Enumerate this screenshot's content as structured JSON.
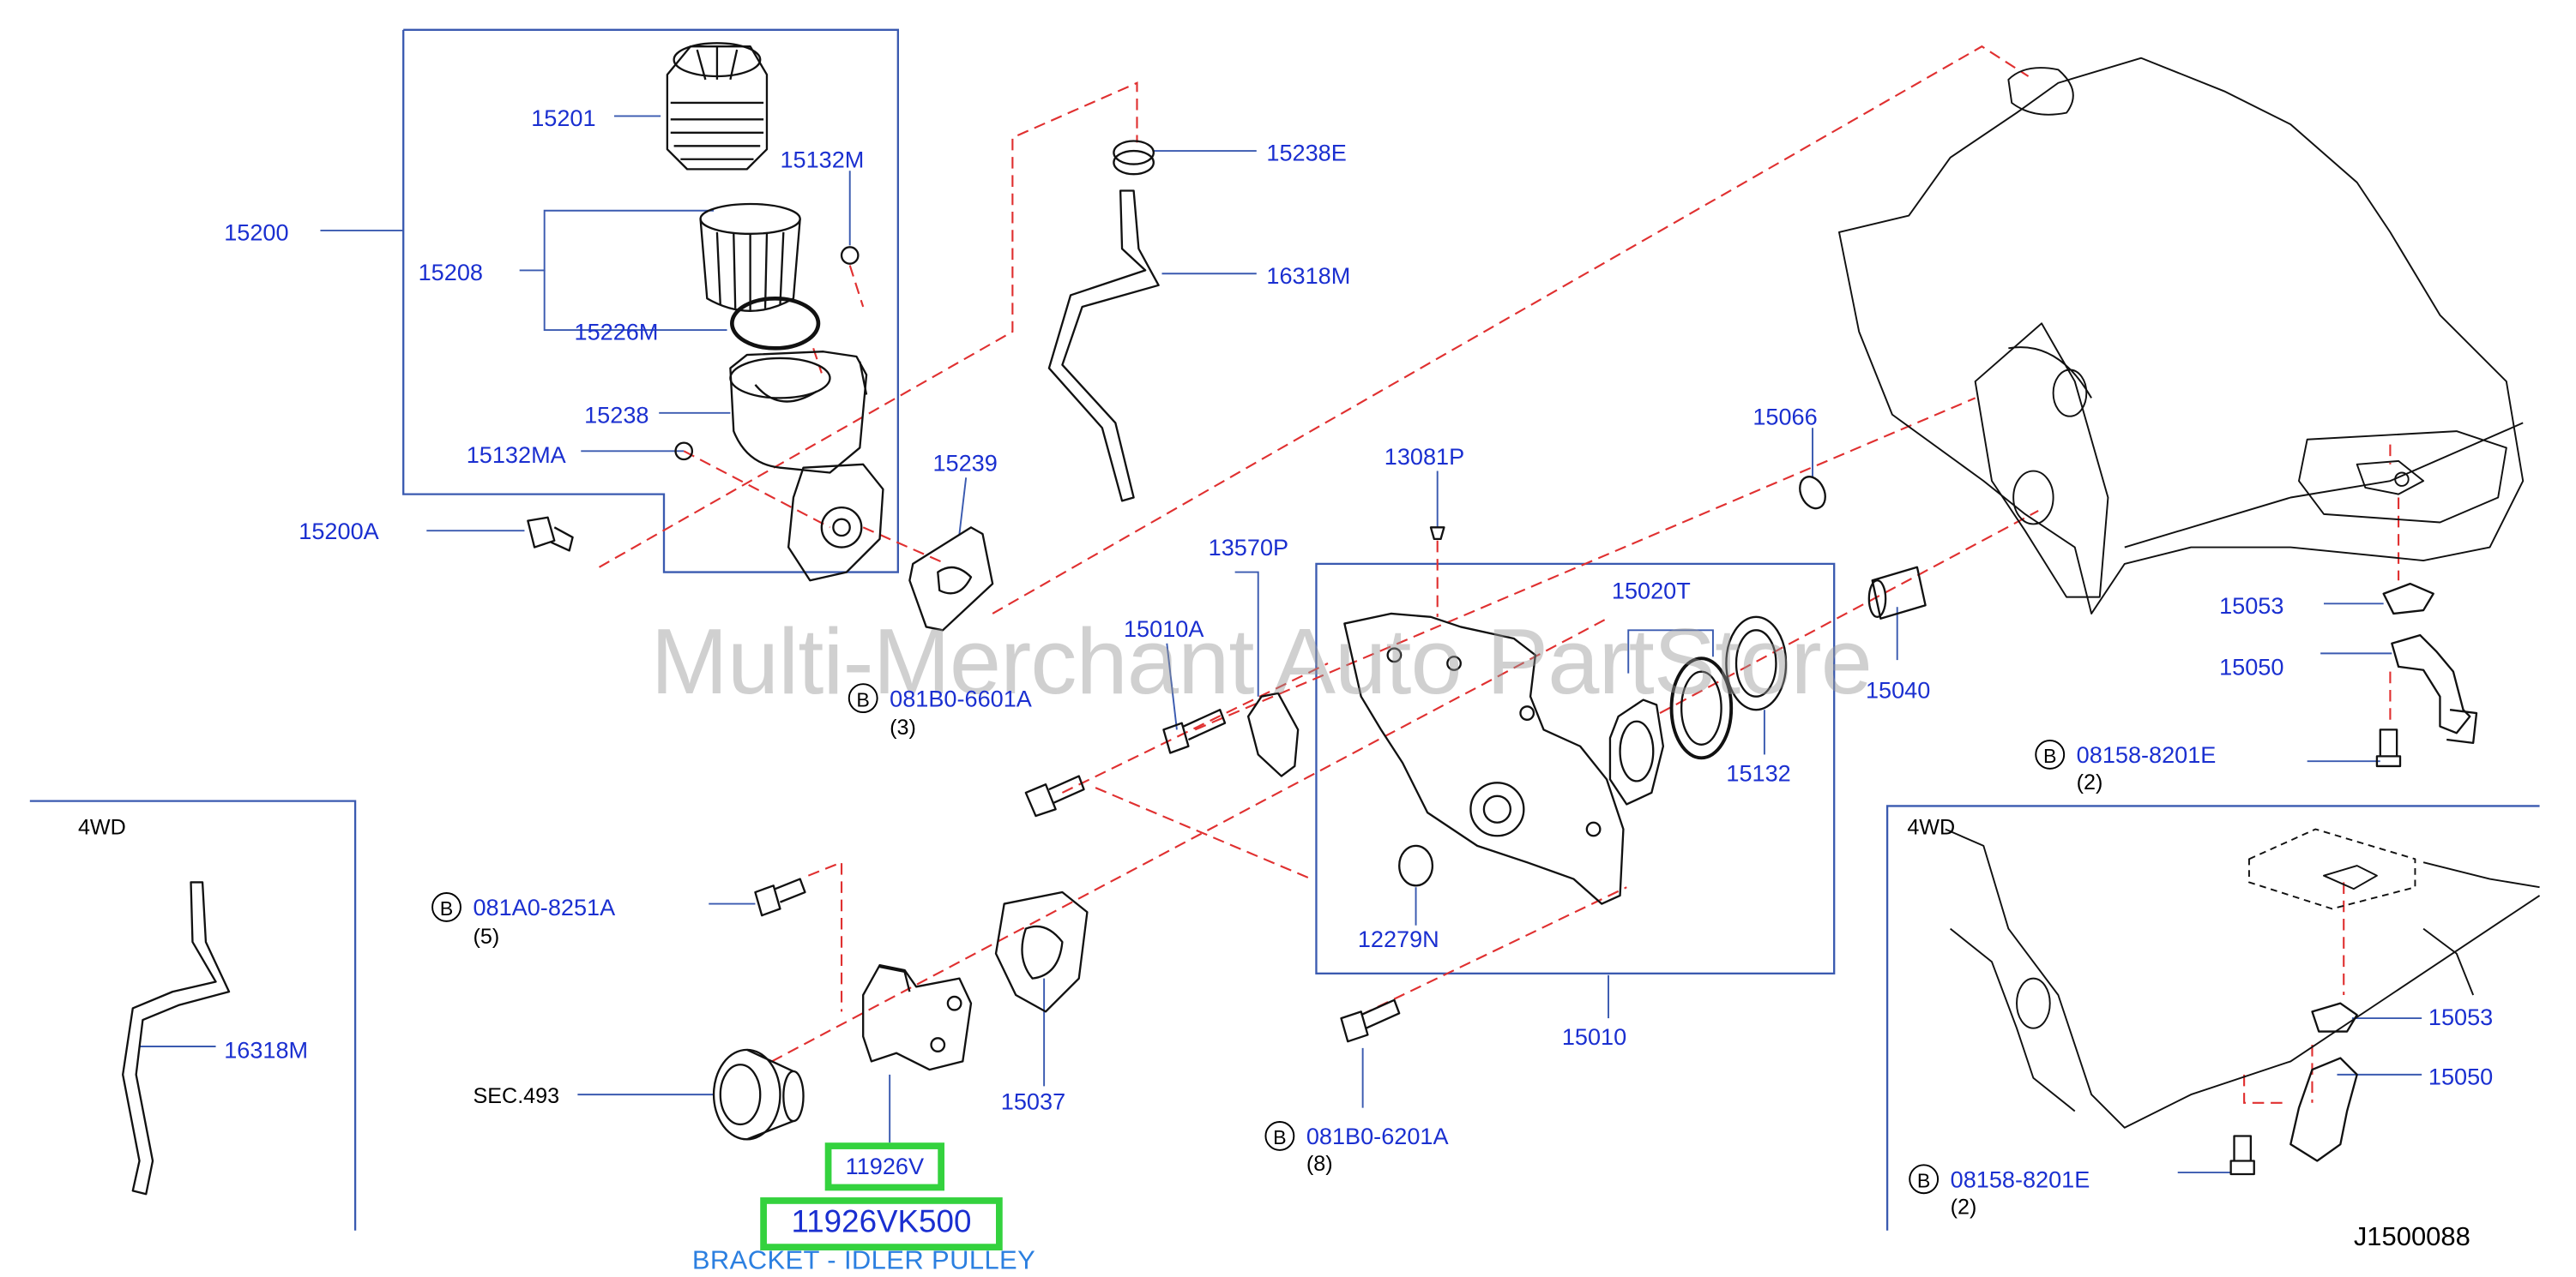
{
  "watermark": "Multi-Merchant Auto PartStore",
  "diagram_code": "J1500088",
  "highlight": {
    "part_short": "11926V",
    "part_full": "11926VK500",
    "description": "BRACKET - IDLER PULLEY"
  },
  "labels": {
    "p15201": "15201",
    "p15132M": "15132M",
    "p15200": "15200",
    "p15208": "15208",
    "p15226M": "15226M",
    "p15238": "15238",
    "p15132MA": "15132MA",
    "p15200A": "15200A",
    "p15239": "15239",
    "p15238E": "15238E",
    "p16318M": "16318M",
    "p13081P": "13081P",
    "p15066": "15066",
    "p13570P": "13570P",
    "p15010A": "15010A",
    "p15020T": "15020T",
    "p15040": "15040",
    "p15132": "15132",
    "p15053": "15053",
    "p15050": "15050",
    "p12279N": "12279N",
    "p15010": "15010",
    "p15037": "15037",
    "p16318M_4wd": "16318M",
    "p15053_4wd": "15053",
    "p15050_4wd": "15050"
  },
  "bolts": {
    "b1": {
      "code": "081B0-6601A",
      "qty": "(3)"
    },
    "b2": {
      "code": "081A0-8251A",
      "qty": "(5)"
    },
    "b3": {
      "code": "081B0-6201A",
      "qty": "(8)"
    },
    "b4": {
      "code": "08158-8201E",
      "qty": "(2)"
    },
    "b5": {
      "code": "08158-8201E",
      "qty": "(2)"
    },
    "circle_letter": "B"
  },
  "sections": {
    "sec493": "SEC.493",
    "fwd_left": "4WD",
    "fwd_right": "4WD"
  },
  "colors": {
    "label_blue": "#1a2fd0",
    "leader_red": "#e03030",
    "box_blue": "#3a5ab0",
    "highlight_green": "#34d23e",
    "description_blue": "#2b7fe0"
  }
}
